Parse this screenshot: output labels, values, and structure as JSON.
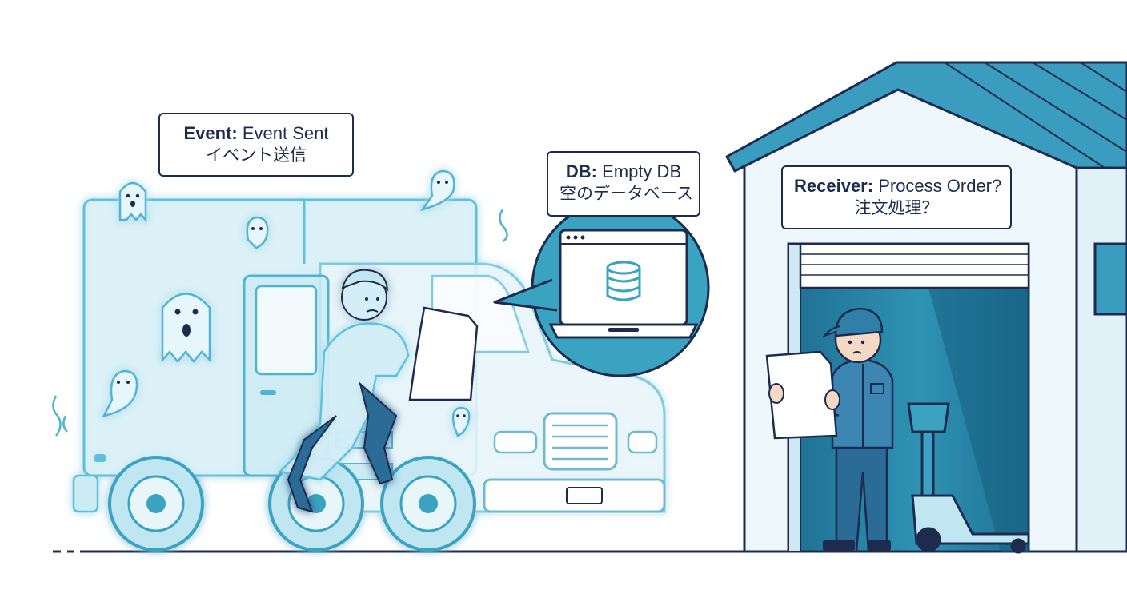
{
  "labels": {
    "event": {
      "key": "Event:",
      "text": " Event Sent",
      "jp": "イベント送信"
    },
    "db": {
      "key": "DB:",
      "text": " Empty DB",
      "jp": "空のデータベース"
    },
    "receiver": {
      "key": "Receiver:",
      "text": " Process Order?",
      "jp": "注文処理？"
    }
  },
  "colors": {
    "outline": "#1d2b4f",
    "teal_dark": "#2a7f9e",
    "teal_mid": "#3aa3c2",
    "teal_light": "#dff1f7",
    "ghost_glow": "#8fd6ea",
    "door_dark": "#1e6f92",
    "worker_blue": "#3b86b3"
  }
}
